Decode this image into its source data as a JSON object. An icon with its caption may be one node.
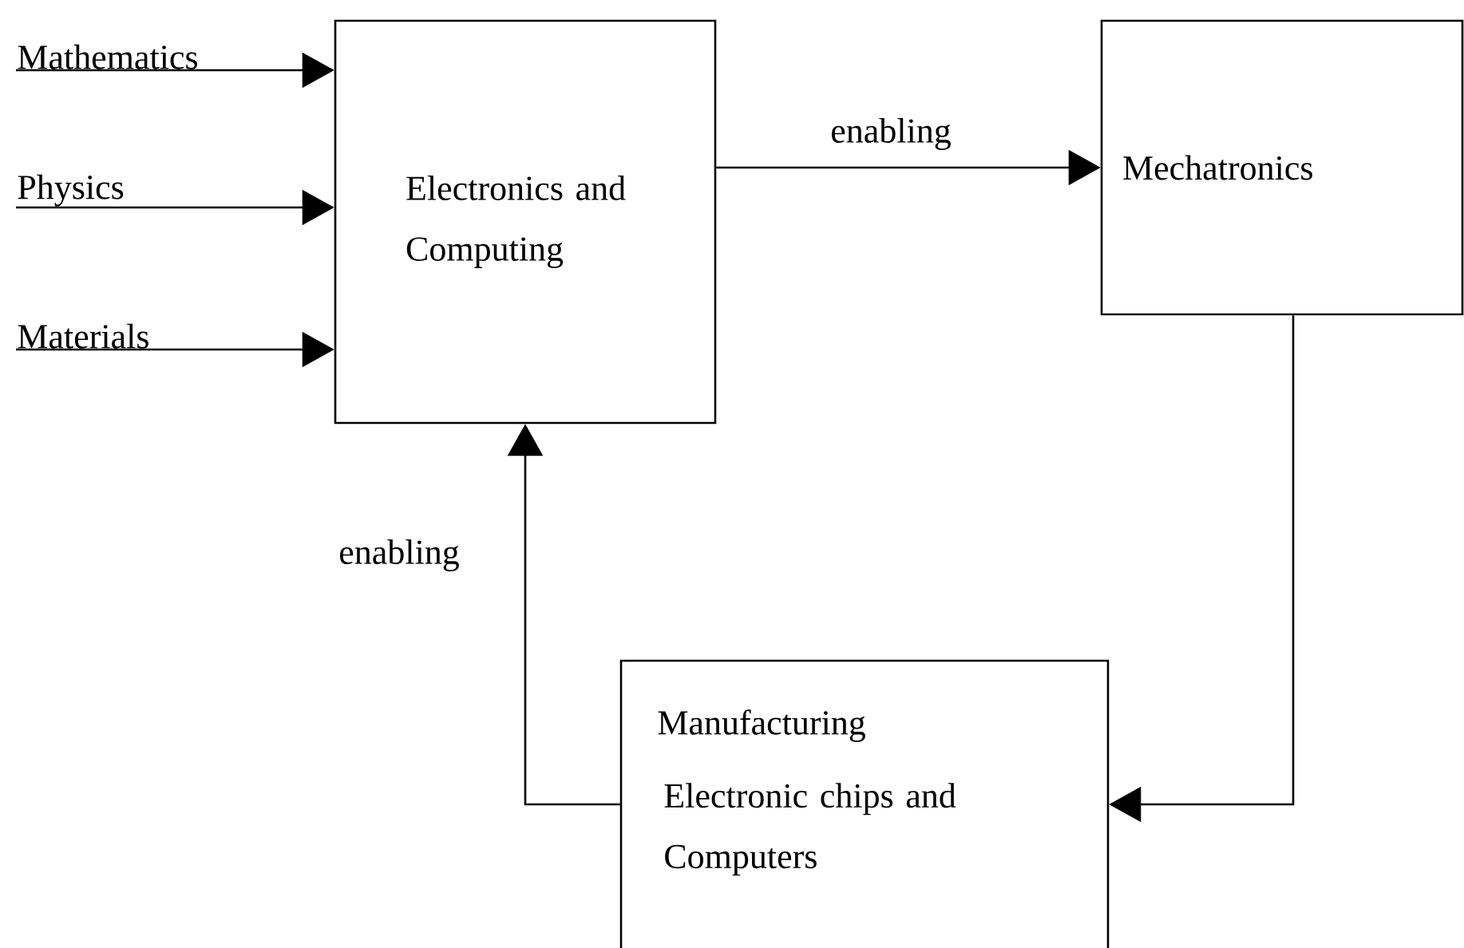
{
  "diagram": {
    "nodes": [
      {
        "text": [
          "Mathematics"
        ]
      },
      {
        "text": [
          "Physics"
        ]
      },
      {
        "text": [
          "Materials"
        ]
      },
      {
        "text": [
          "Electronics and Computing"
        ]
      },
      {
        "text": [
          "Mechatronics"
        ]
      },
      {
        "text": [
          "Manufacturing",
          "Electronic chips and Computers"
        ]
      }
    ],
    "edges": [
      {
        "from": 0,
        "to": 3,
        "arrow": "to"
      },
      {
        "from": 1,
        "to": 3,
        "arrow": "to"
      },
      {
        "from": 2,
        "to": 3,
        "arrow": "to"
      },
      {
        "from": 3,
        "to": 4,
        "arrow": "to",
        "label": "enabling"
      },
      {
        "from": 4,
        "to": 5,
        "arrow": "to"
      },
      {
        "from": 5,
        "to": 3,
        "arrow": "to",
        "label": "enabling"
      }
    ]
  }
}
